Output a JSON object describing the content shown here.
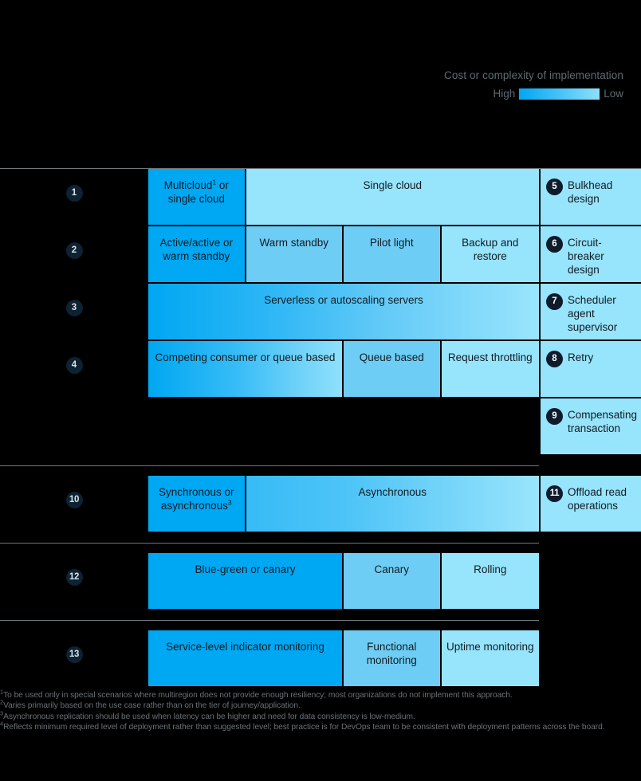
{
  "legend": {
    "title": "Cost or complexity of implementation",
    "high_label": "High",
    "low_label": "Low",
    "color_high": "#00a7f2",
    "color_low": "#97e4fd"
  },
  "rows": [
    {
      "number": "1",
      "cells": [
        {
          "label": "Multicloud¹ or single cloud",
          "tone": "bright",
          "span": 1
        },
        {
          "label": "Single cloud",
          "tone": "light",
          "span": 3
        }
      ],
      "pattern": {
        "number": "5",
        "label": "Bulkhead design",
        "tone": "light"
      }
    },
    {
      "number": "2",
      "cells": [
        {
          "label": "Active/active or warm standby",
          "tone": "bright",
          "span": 1
        },
        {
          "label": "Warm standby",
          "tone": "mid",
          "span": 1
        },
        {
          "label": "Pilot light",
          "tone": "mid",
          "span": 1
        },
        {
          "label": "Backup and restore",
          "tone": "light",
          "span": 1
        }
      ],
      "pattern": {
        "number": "6",
        "label": "Circuit-breaker design",
        "tone": "light"
      }
    },
    {
      "number": "3",
      "cells": [
        {
          "label": "Serverless or autoscaling servers",
          "tone": "grad-full",
          "span": 4
        }
      ],
      "pattern": {
        "number": "7",
        "label": "Scheduler agent supervisor",
        "tone": "light"
      }
    },
    {
      "number": "4",
      "cells": [
        {
          "label": "Competing consumer or queue based",
          "tone": "grad-short",
          "span": 2
        },
        {
          "label": "Queue based",
          "tone": "mid",
          "span": 1
        },
        {
          "label": "Request throttling",
          "tone": "light",
          "span": 1
        }
      ],
      "pattern": {
        "number": "8",
        "label": "Retry",
        "tone": "light"
      }
    },
    {
      "number": "",
      "cells": [
        {
          "label": "",
          "tone": "empty",
          "span": 4
        }
      ],
      "pattern": {
        "number": "9",
        "label": "Compensating transaction",
        "tone": "light"
      }
    },
    {
      "number": "10",
      "cells": [
        {
          "label": "Synchronous or asynchronous³",
          "tone": "bright",
          "span": 1
        },
        {
          "label": "Asynchronous",
          "tone": "grad-async",
          "span": 3
        }
      ],
      "pattern": {
        "number": "11",
        "label": "Offload read operations",
        "tone": "light"
      }
    },
    {
      "number": "12",
      "cells": [
        {
          "label": "Blue-green or canary",
          "tone": "bright",
          "span": 2
        },
        {
          "label": "Canary",
          "tone": "mid",
          "span": 1
        },
        {
          "label": "Rolling",
          "tone": "light",
          "span": 1
        }
      ],
      "pattern": null
    },
    {
      "number": "13",
      "cells": [
        {
          "label": "Service-level indicator monitoring",
          "tone": "bright",
          "span": 2
        },
        {
          "label": "Functional monitoring",
          "tone": "mid",
          "span": 1
        },
        {
          "label": "Uptime monitoring",
          "tone": "light",
          "span": 1
        }
      ],
      "pattern": null
    }
  ],
  "footnotes": [
    {
      "marker": "1",
      "text": "To be used only in special scenarios where multiregion does not provide enough resiliency; most organizations do not implement this approach."
    },
    {
      "marker": "2",
      "text": "Varies primarily based on the use case rather than on the tier of journey/application."
    },
    {
      "marker": "3",
      "text": "Asynchronous replication should be used when latency can be higher and need for data consistency is low-medium."
    },
    {
      "marker": "4",
      "text": "Reflects minimum required level of deployment rather than suggested level; best practice is for DevOps team to be consistent with deployment patterns across the board."
    }
  ]
}
